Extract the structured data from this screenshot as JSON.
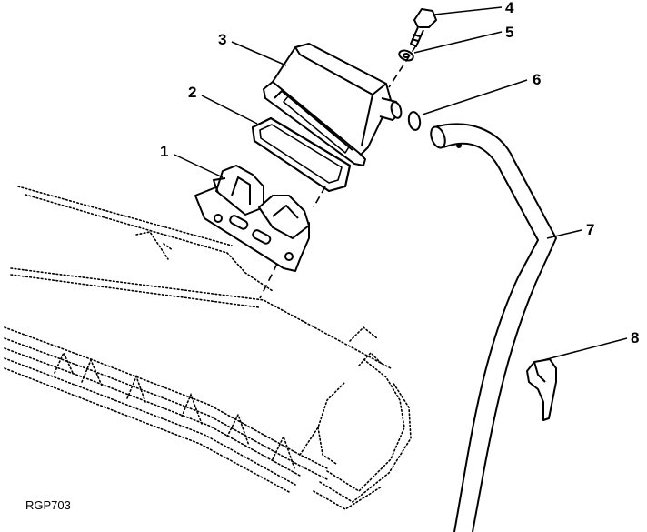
{
  "figure_code": "RGP703",
  "callouts": {
    "1": "1",
    "2": "2",
    "3": "3",
    "4": "4",
    "5": "5",
    "6": "6",
    "7": "7",
    "8": "8"
  },
  "colors": {
    "ink": "#000000",
    "background": "#ffffff"
  }
}
